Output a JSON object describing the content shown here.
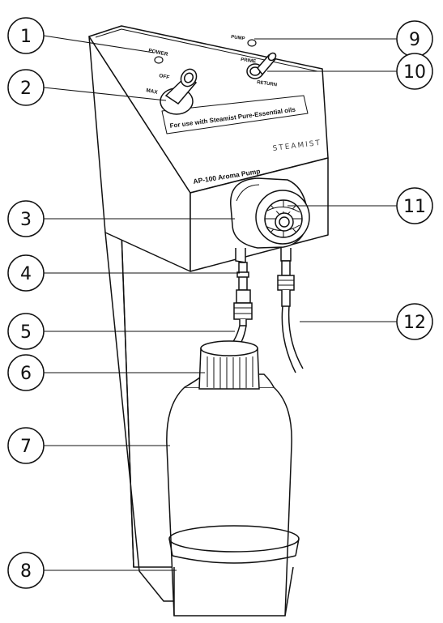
{
  "device": {
    "labels": {
      "power": "POWER",
      "off": "OFF",
      "max": "MAX",
      "pump": "PUMP",
      "prime": "PRIME",
      "return": "RETURN",
      "usage_note": "For use with Steamist Pure-Essential oils",
      "brand": "STEAMIST",
      "model": "AP-100 Aroma Pump"
    }
  },
  "callouts": [
    "1",
    "2",
    "3",
    "4",
    "5",
    "6",
    "7",
    "8",
    "9",
    "10",
    "11",
    "12"
  ],
  "colors": {
    "line": "#111111",
    "fill": "#ffffff",
    "callout_fill": "#ffffff"
  }
}
